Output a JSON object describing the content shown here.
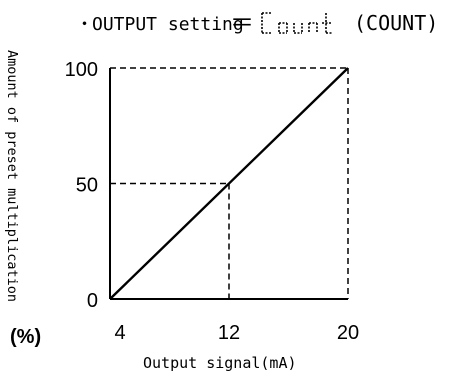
{
  "header": {
    "bullet": "・",
    "label": "OUTPUT setting",
    "equals": "＝",
    "segment_display_text": "Count",
    "paren": "(COUNT)"
  },
  "chart_data": {
    "type": "line",
    "xlabel": "Output signal(mA)",
    "ylabel": "Amount of preset multiplication",
    "y_unit": "(%)",
    "x_ticks": [
      "4",
      "12",
      "20"
    ],
    "y_ticks": [
      "0",
      "50",
      "100"
    ],
    "xlim": [
      4,
      20
    ],
    "ylim": [
      0,
      100
    ],
    "series": [
      {
        "x": [
          4,
          20
        ],
        "y": [
          0,
          100
        ]
      }
    ],
    "reference_point": {
      "x": 12,
      "y": 50
    },
    "grid": false,
    "line_color": "#000000"
  }
}
